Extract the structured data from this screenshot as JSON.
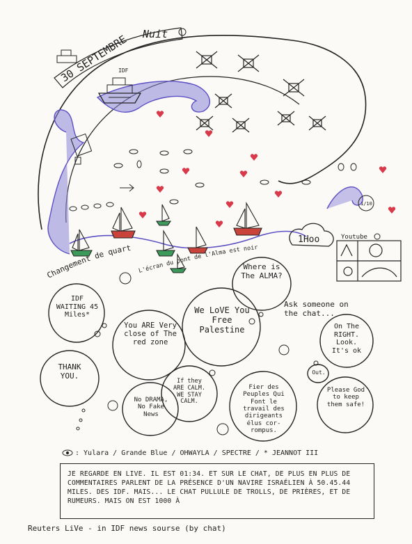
{
  "header": {
    "date": "30 SEPTEMBRE",
    "time": "Nuit"
  },
  "labels": {
    "idf_ship": "IDF",
    "changement": "Changement de quart",
    "ecran": "L'écran du pont de l'Alma est noir",
    "counter": "1/10",
    "hoo": "1Hoo",
    "youtube": "Youtube"
  },
  "bubbles": {
    "where": "Where is The ALMA?",
    "ask": "Ask someone on the chat...",
    "idf_waiting": "IDF WAITING 45 Miles*",
    "red_zone": "You ARE Very close of The red zone",
    "love": "We LoVE You Free Palestine",
    "on_right": "On The RIGHT. Look. It's ok",
    "thank": "THANK YOU.",
    "calm": "If they ARE CALM. WE STAY CALM.",
    "no_drama": "No DRAMA, No Fake News",
    "fier": "Fier des Peuples Qui Font le travail des dirigeants élus cor-rompus.",
    "out": "Out.",
    "please": "Please God to keep them safe!"
  },
  "credits": ": Yulara / Grande Blue / OHWAYLA / SPECTRE / * JEANNOT III",
  "note": "Je regarde en LiVe. Il est 01:34. Et sur le chat, de plus en plus de commentaires parlent de la présence d'un navire israélien à 50.45.44 Miles. des IDF. Mais... le chat pullule de trolls, de prières, et de rumeurs. Mais on est 1000 à",
  "footer": "Reuters LiVe - in IDF news sourse (by chat)",
  "colors": {
    "wave": "#5b4fc4",
    "heart": "#d83a4a",
    "sail_red": "#c9433b",
    "sail_green": "#3c9a5a",
    "ink": "#1d1d1d"
  }
}
